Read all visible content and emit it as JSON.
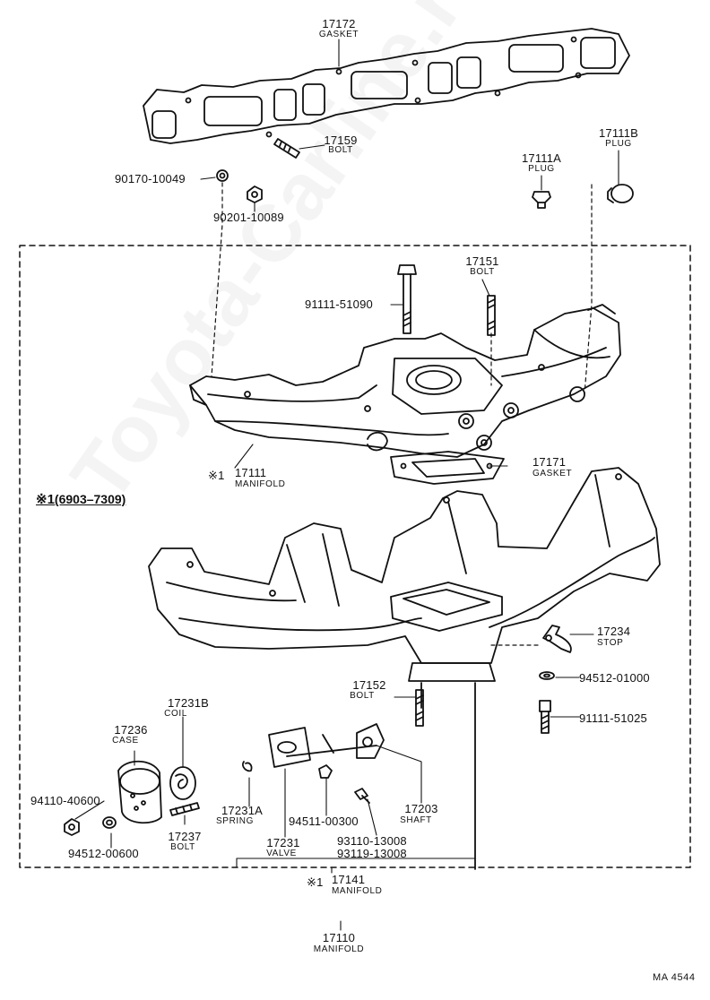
{
  "watermark": "Toyota-Carline.ru",
  "figure_code": "MA 4544",
  "note": {
    "mark": "※1",
    "range": "(6903–7309)"
  },
  "parts": {
    "p17172": {
      "number": "17172",
      "name": "GASKET"
    },
    "p17159": {
      "number": "17159",
      "name": "BOLT"
    },
    "p90170": {
      "number": "90170-10049"
    },
    "p90201": {
      "number": "90201-10089"
    },
    "p17111A": {
      "number": "17111A",
      "name": "PLUG"
    },
    "p17111B": {
      "number": "17111B",
      "name": "PLUG"
    },
    "p17151": {
      "number": "17151",
      "name": "BOLT"
    },
    "p91111_51090": {
      "number": "91111-51090"
    },
    "p17111": {
      "mark": "※1",
      "number": "17111",
      "name": "MANIFOLD"
    },
    "p17171": {
      "number": "17171",
      "name": "GASKET"
    },
    "p17234": {
      "number": "17234",
      "name": "STOP"
    },
    "p94512_01000": {
      "number": "94512-01000"
    },
    "p91111_51025": {
      "number": "91111-51025"
    },
    "p17152": {
      "number": "17152",
      "name": "BOLT"
    },
    "p17231B": {
      "number": "17231B",
      "name": "COIL"
    },
    "p17236": {
      "number": "17236",
      "name": "CASE"
    },
    "p94110": {
      "number": "94110-40600"
    },
    "p94512_00600": {
      "number": "94512-00600"
    },
    "p17237": {
      "number": "17237",
      "name": "BOLT"
    },
    "p17231A": {
      "number": "17231A",
      "name": "SPRING"
    },
    "p94511": {
      "number": "94511-00300"
    },
    "p17231": {
      "number": "17231",
      "name": "VALVE"
    },
    "p93110": {
      "number": "93110-13008"
    },
    "p93119": {
      "number": "93119-13008"
    },
    "p17203": {
      "number": "17203",
      "name": "SHAFT"
    },
    "p17141": {
      "mark": "※1",
      "number": "17141",
      "name": "MANIFOLD"
    },
    "p17110": {
      "number": "17110",
      "name": "MANIFOLD"
    }
  }
}
